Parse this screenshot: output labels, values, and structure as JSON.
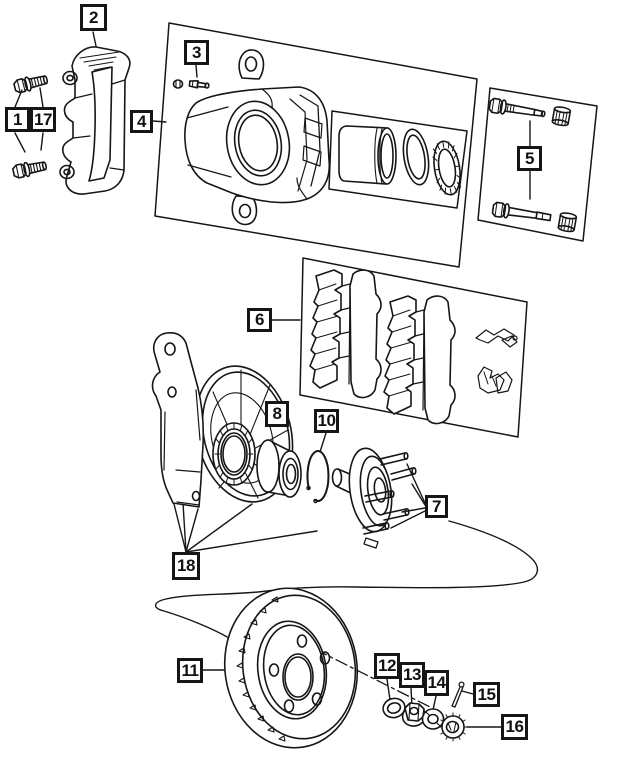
{
  "diagram": {
    "background_color": "#ffffff",
    "line_color": "#161616",
    "callout_border_color": "#161616",
    "callouts": {
      "c1": {
        "label": "1"
      },
      "c2": {
        "label": "2"
      },
      "c3": {
        "label": "3"
      },
      "c4": {
        "label": "4"
      },
      "c5": {
        "label": "5"
      },
      "c6": {
        "label": "6"
      },
      "c7": {
        "label": "7"
      },
      "c8": {
        "label": "8"
      },
      "c10": {
        "label": "10"
      },
      "c11": {
        "label": "11"
      },
      "c12": {
        "label": "12"
      },
      "c13": {
        "label": "13"
      },
      "c14": {
        "label": "14"
      },
      "c15": {
        "label": "15"
      },
      "c16": {
        "label": "16"
      },
      "c17": {
        "label": "17"
      },
      "c18": {
        "label": "18"
      }
    }
  }
}
